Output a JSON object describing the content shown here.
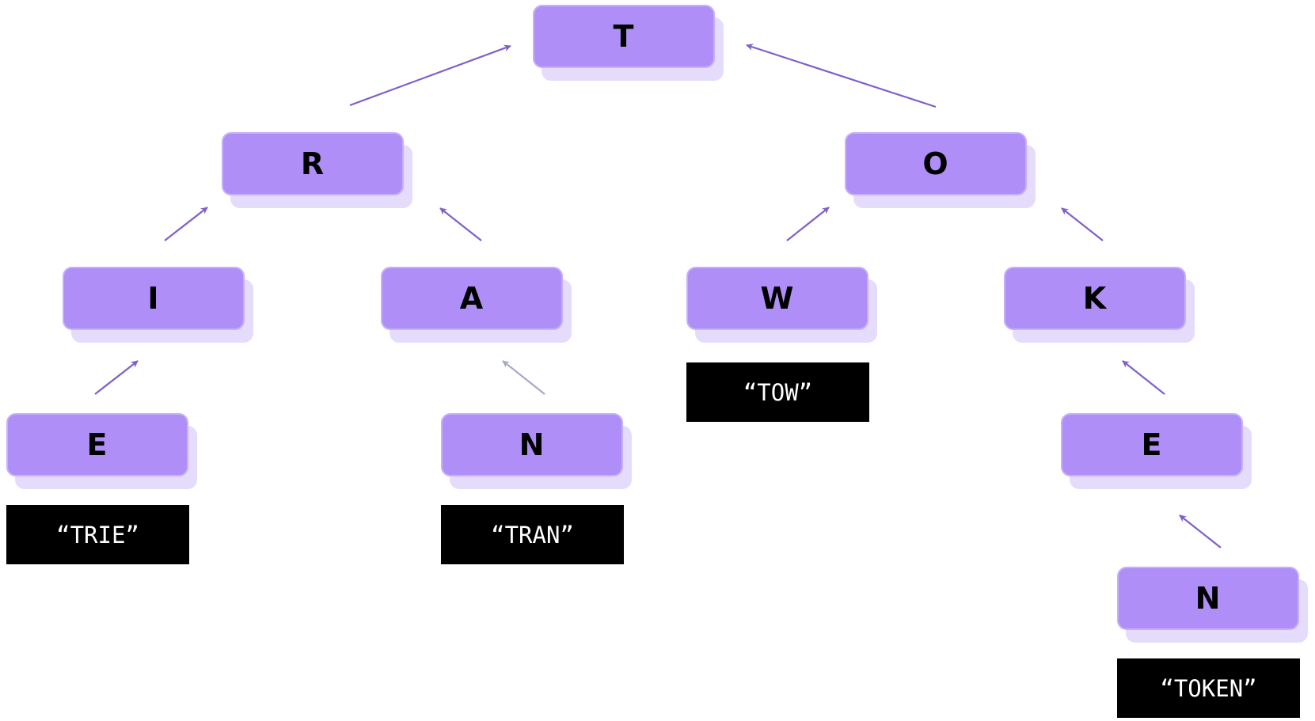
{
  "colors": {
    "node_fill": "#af8ff7",
    "node_shadow": "#e5dcfc",
    "edge": "#7f5fc8",
    "edge_faded": "#a6a9c8",
    "word_box": "#000000",
    "word_text": "#ffffff"
  },
  "nodes": {
    "t": "T",
    "r": "R",
    "o": "O",
    "i": "I",
    "a": "A",
    "w": "W",
    "k": "K",
    "e1": "E",
    "n1": "N",
    "e2": "E",
    "n2": "N"
  },
  "words": {
    "trie": "“TRIE”",
    "tran": "“TRAN”",
    "tow": "“TOW”",
    "token": "“TOKEN”"
  },
  "edges": [
    {
      "child": "r",
      "parent": "t"
    },
    {
      "child": "o",
      "parent": "t"
    },
    {
      "child": "i",
      "parent": "r"
    },
    {
      "child": "a",
      "parent": "r"
    },
    {
      "child": "w",
      "parent": "o"
    },
    {
      "child": "k",
      "parent": "o"
    },
    {
      "child": "e1",
      "parent": "i"
    },
    {
      "child": "n1",
      "parent": "a",
      "faded": true
    },
    {
      "child": "e2",
      "parent": "k"
    },
    {
      "child": "n2",
      "parent": "e2"
    }
  ]
}
